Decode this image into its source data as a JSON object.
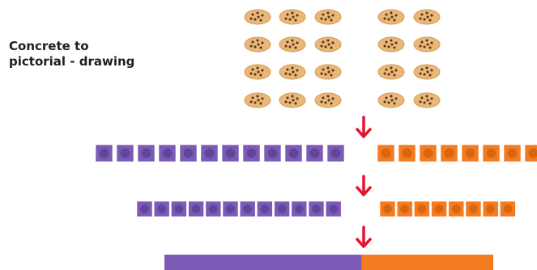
{
  "caption": {
    "line1": "Concrete to",
    "line2": "pictorial - drawing"
  },
  "colors": {
    "purple": "#7b5bb5",
    "purple_inner": "#62449a",
    "orange": "#f47b20",
    "orange_inner": "#d8650f",
    "arrow": "#e8102e",
    "cookie": "#e8b878",
    "cookie_edge": "#d49a55",
    "chip": "#5a2e1a"
  },
  "icons": {
    "cookie": "cookie-icon",
    "arrow": "down-arrow-icon",
    "cube": "cube-icon"
  },
  "cookies": {
    "left_group_count": 12,
    "right_group_count": 8
  },
  "cube_rows": [
    {
      "purple": 12,
      "orange": 8
    },
    {
      "purple": 12,
      "orange": 8
    }
  ],
  "bar_model": {
    "parts": [
      {
        "color": "purple",
        "value": 12
      },
      {
        "color": "orange",
        "value": 8
      }
    ]
  }
}
